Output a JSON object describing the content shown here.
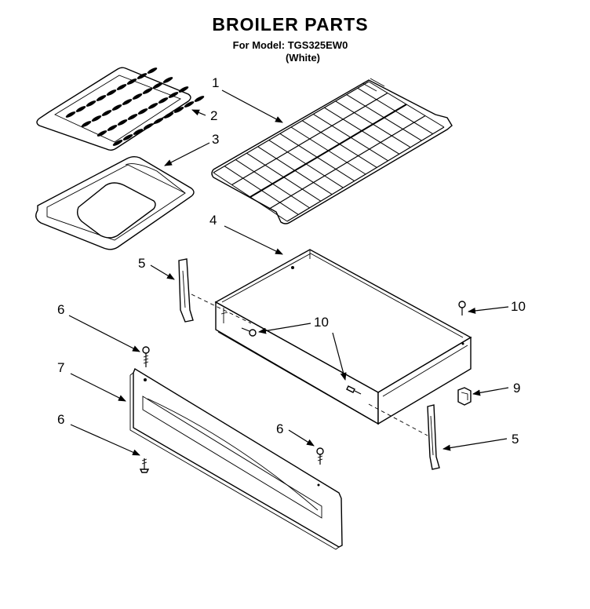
{
  "header": {
    "title": "BROILER PARTS",
    "model_line": "For Model: TGS325EW0",
    "color_line": "(White)"
  },
  "callouts": {
    "c1": "1",
    "c2": "2",
    "c3": "3",
    "c4": "4",
    "c5a": "5",
    "c5b": "5",
    "c6a": "6",
    "c6b": "6",
    "c6c": "6",
    "c7": "7",
    "c9": "9",
    "c10a": "10",
    "c10b": "10"
  }
}
